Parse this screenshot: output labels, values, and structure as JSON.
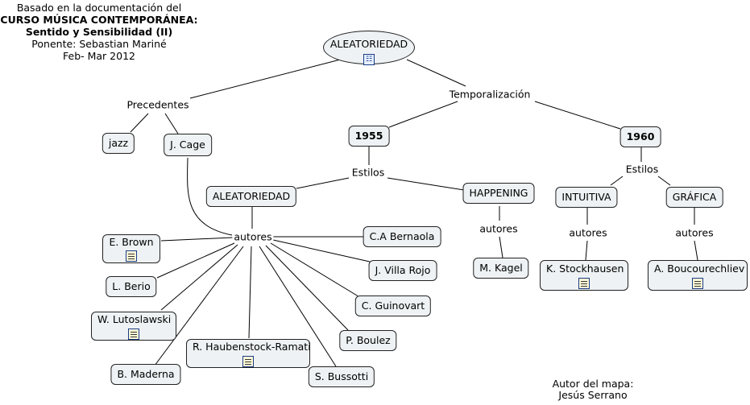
{
  "header": {
    "line1": "Basado en la documentación del",
    "line2": "CURSO MÚSICA CONTEMPORÁNEA:",
    "line3": "Sentido y Sensibilidad (II)",
    "line4": "Ponente: Sebastian Mariné",
    "line5": "Feb- Mar 2012"
  },
  "nodes": {
    "root": "ALEATORIEDAD",
    "precedentes": "Precedentes",
    "jazz": "jazz",
    "cage": "J. Cage",
    "temporalizacion": "Temporalización",
    "y1955": "1955",
    "y1960": "1960",
    "estilos1955": "Estilos",
    "estilos1960": "Estilos",
    "aleatoriedad2": "ALEATORIEDAD",
    "happening": "HAPPENING",
    "intuitiva": "INTUITIVA",
    "grafica": "GRÁFICA",
    "autores_main": "autores",
    "autores_happening": "autores",
    "autores_intuitiva": "autores",
    "autores_grafica": "autores",
    "brown": "E. Brown",
    "berio": "L. Berio",
    "lutoslawski": "W. Lutoslawski",
    "maderna": "B. Maderna",
    "haubenstock": "R. Haubenstock-Ramati",
    "bussotti": "S. Bussotti",
    "boulez": "P. Boulez",
    "guinovart": "C. Guinovart",
    "villarojo": "J. Villa Rojo",
    "bernaola": "C.A Bernaola",
    "kagel": "M. Kagel",
    "stockhausen": "K. Stockhausen",
    "boucourechliev": "A. Boucourechliev"
  },
  "icons": {
    "root": "concept-map-icon",
    "attachments": "document-icon"
  },
  "footer": {
    "line1": "Autor del mapa:",
    "line2": "Jesús Serrano"
  }
}
